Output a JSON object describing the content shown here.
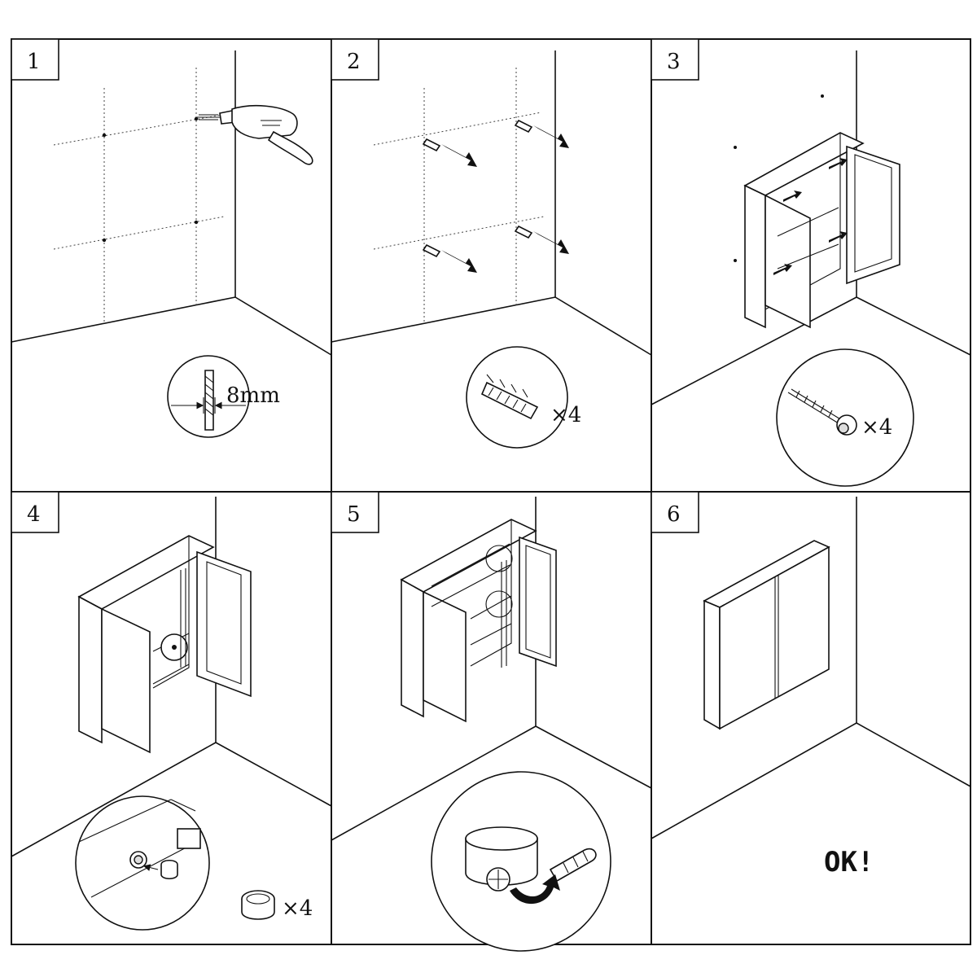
{
  "panels": [
    {
      "number": "1",
      "note": "8mm"
    },
    {
      "number": "2",
      "note": "×4"
    },
    {
      "number": "3",
      "note": "×4"
    },
    {
      "number": "4",
      "note": "×4"
    },
    {
      "number": "5",
      "note": ""
    },
    {
      "number": "6",
      "note": "OK!"
    }
  ]
}
